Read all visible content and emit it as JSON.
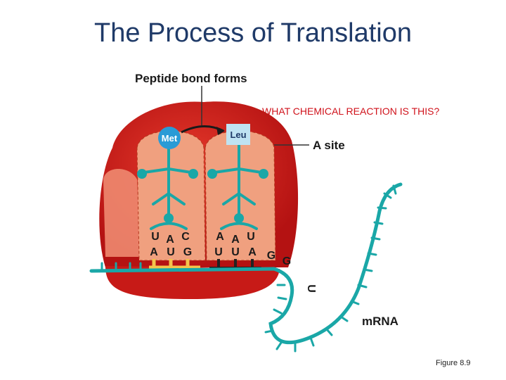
{
  "slide": {
    "title": "The Process of Translation",
    "question": "WHAT CHEMICAL REACTION IS THIS?",
    "figure_caption": "Figure 8.9"
  },
  "diagram": {
    "peptide_label": "Peptide bond forms",
    "a_site_label": "A site",
    "mrna_label": "mRNA",
    "amino_acid_left": "Met",
    "amino_acid_right": "Leu",
    "anticodon_left": [
      "U",
      "A",
      "C"
    ],
    "anticodon_right": [
      "A",
      "A",
      "U"
    ],
    "codons": [
      "A",
      "U",
      "G",
      "U",
      "U",
      "A",
      "G",
      "G",
      "U"
    ],
    "colors": {
      "ribosome": "#d0201c",
      "ribosome_light": "#ee7b63",
      "trna": "#1aa7a7",
      "mrna": "#1aa7a7",
      "met": "#2a9bd6",
      "leu": "#bfe3f2",
      "pairing_left": "#f4c44b",
      "pairing_right": "#222222"
    }
  }
}
